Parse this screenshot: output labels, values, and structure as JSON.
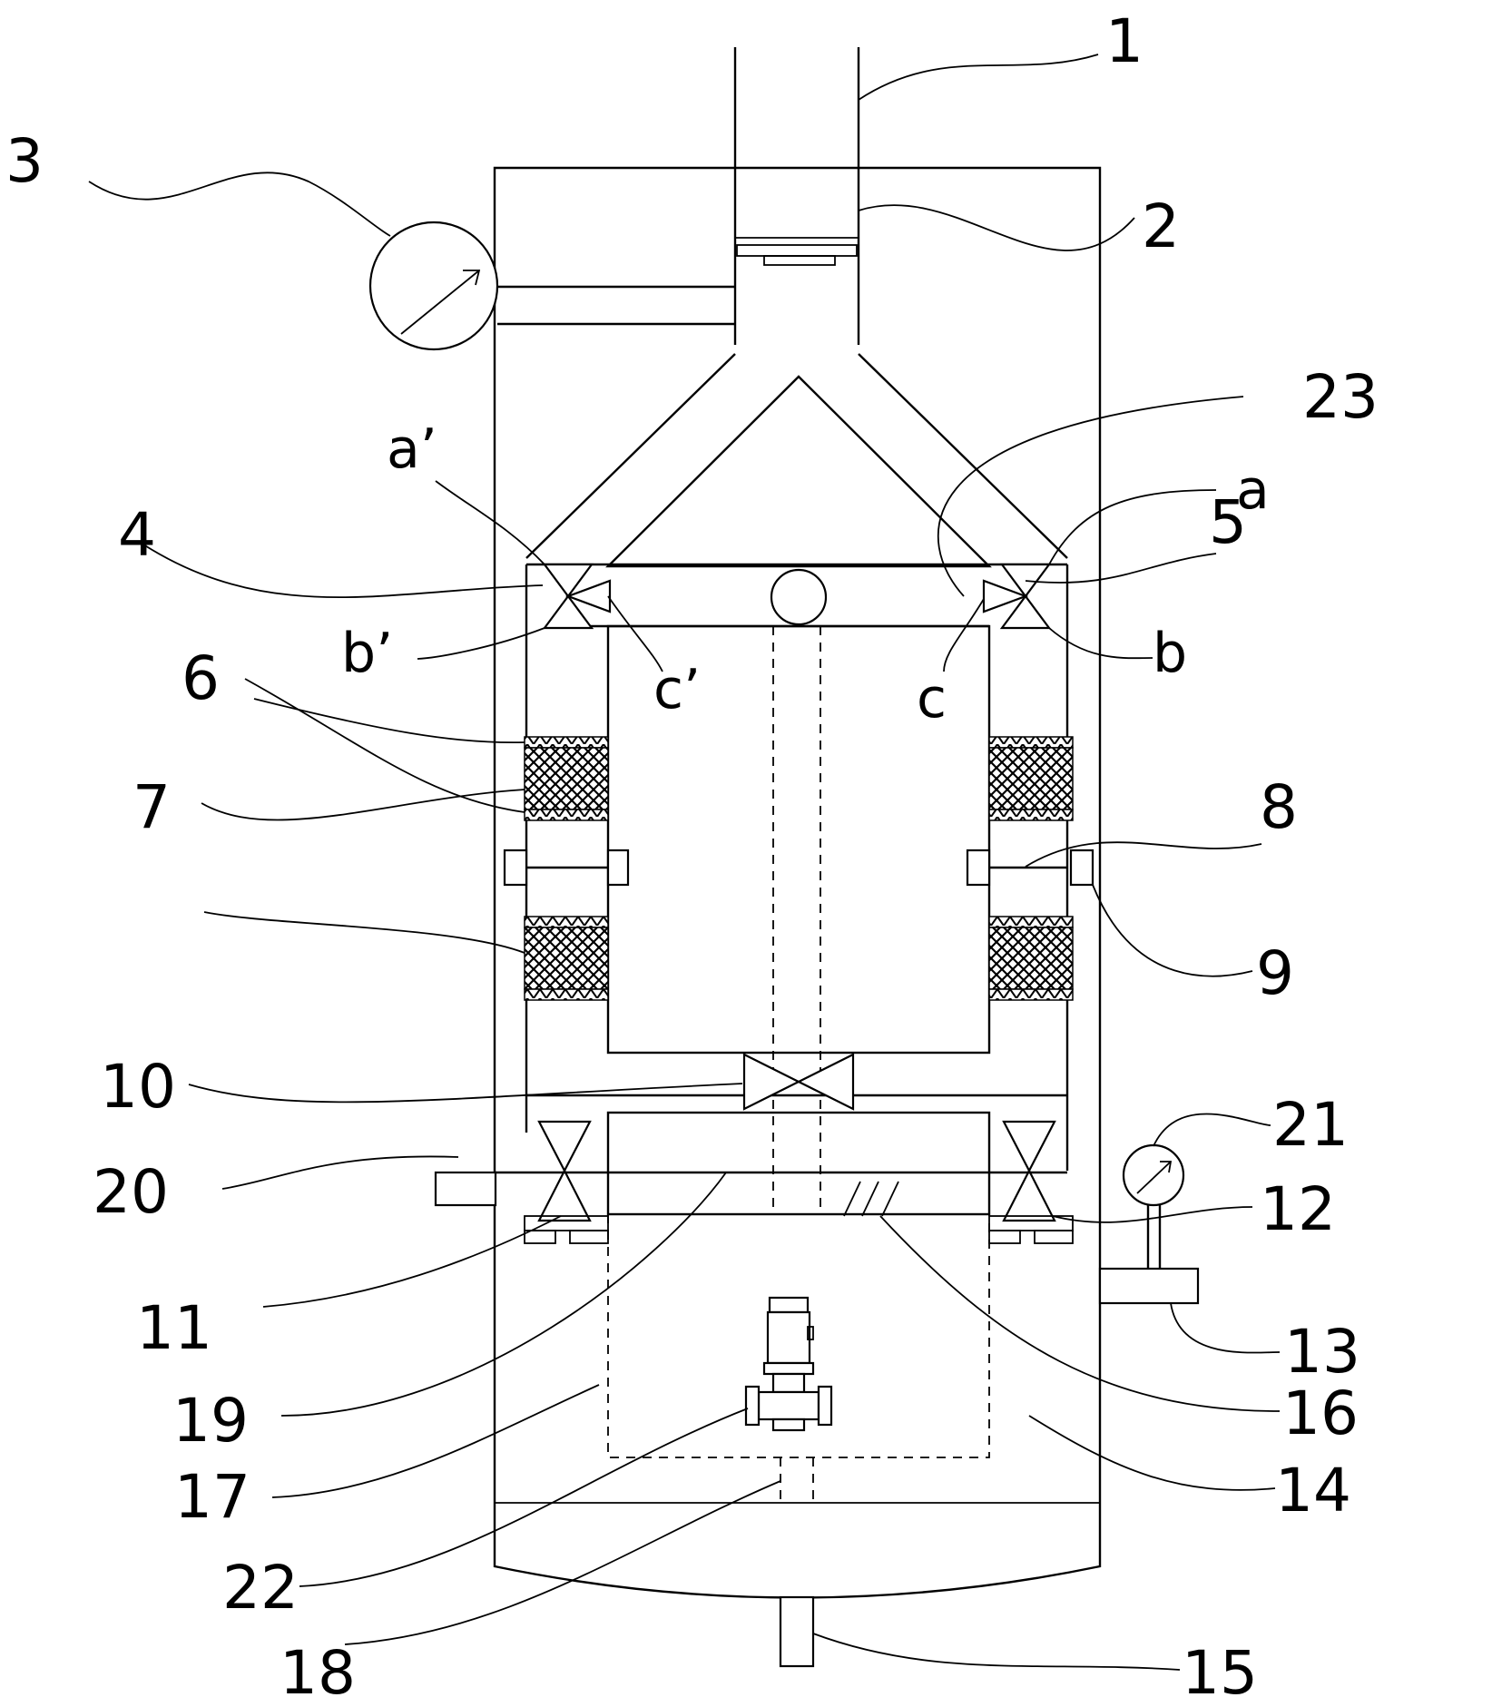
{
  "callouts": {
    "c1": "1",
    "c2": "2",
    "c3": "3",
    "c4": "4",
    "c5": "5",
    "c6": "6",
    "c7": "7",
    "c8": "8",
    "c9": "9",
    "c10": "10",
    "c11": "11",
    "c12": "12",
    "c13": "13",
    "c14": "14",
    "c15": "15",
    "c16": "16",
    "c17": "17",
    "c18": "18",
    "c19": "19",
    "c20": "20",
    "c21": "21",
    "c22": "22",
    "c23": "23"
  },
  "ports": {
    "a": "a",
    "b": "b",
    "c": "c",
    "a_prime": "a’",
    "b_prime": "b’",
    "c_prime": "c’"
  },
  "colors": {
    "line": "#000000",
    "background": "#ffffff"
  }
}
